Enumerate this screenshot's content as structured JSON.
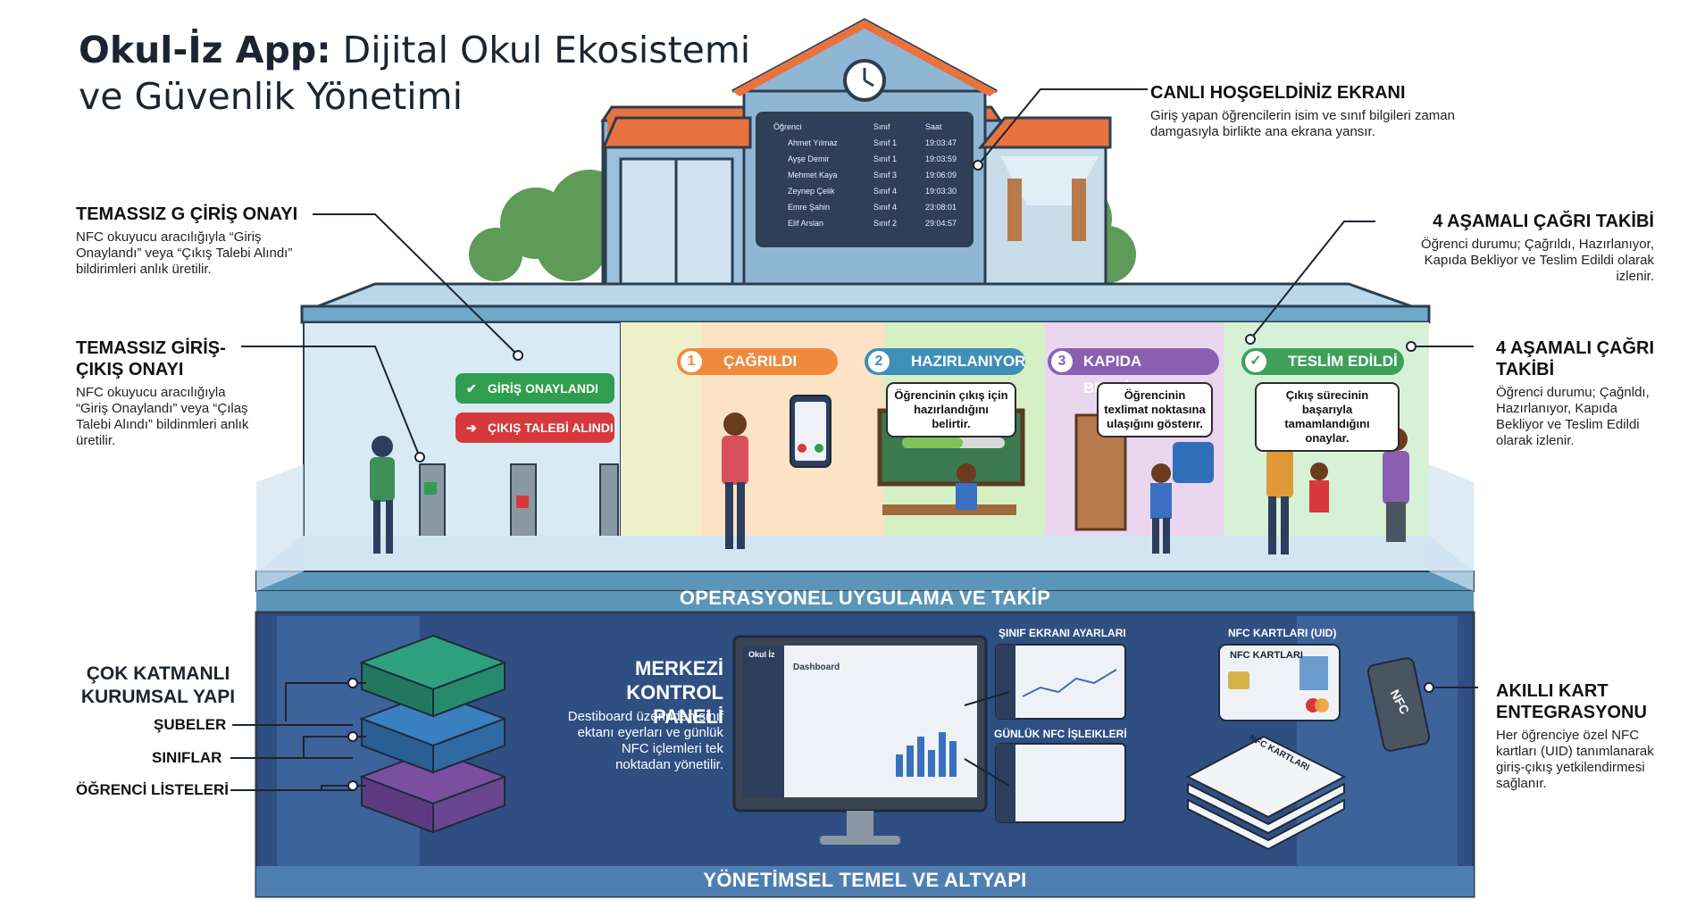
{
  "title": {
    "bold": "Okul-İz App:",
    "line1": "Dijital Okul Ekosistemi",
    "line2": "ve Güvenlik Yönetimi"
  },
  "welcome_screen": {
    "heading": "CANLI HOŞGELDİNİZ EKRANI",
    "text": "Giriş yapan öğrencilerin isim ve sınıf bilgileri zaman damgasıyla birlikte ana ekrana yansır.",
    "table": {
      "headers": [
        "Öğrenci",
        "Sınıf",
        "Saat"
      ],
      "rows": [
        [
          "Ahmet Yılmaz",
          "Sınıf 1",
          "19:03:47"
        ],
        [
          "Ayşe Demir",
          "Sınıf 1",
          "19:03:59"
        ],
        [
          "Mehmet Kaya",
          "Sınıf 3",
          "19:06:09"
        ],
        [
          "Zeynep Çelik",
          "Sınıf 4",
          "19:03:30"
        ],
        [
          "Emre Şahin",
          "Sınıf 4",
          "23:08:01"
        ],
        [
          "Elif Arslan",
          "Sınıf 2",
          "29:04:57"
        ]
      ]
    }
  },
  "left_callouts": {
    "a_heading": "TEMASSIZ G ÇİRİŞ ONAYI",
    "a_text": "NFC okuyucu aracılığıyla “Giriş Onaylandı” veya “Çıkış Talebi Alındı” bildirimleri anlık üretilir.",
    "b_heading": "TEMASSIZ GİRİŞ-ÇIKIŞ ONAYI",
    "b_text": "NFC okuyucu aracılığıyla “Giriş Onaylandı” veya “Çılaş Talebi Alındı” bildinmleri anlık üretilir."
  },
  "right_callouts": {
    "a_heading": "4 AŞAMALI ÇAĞRI TAKİBİ",
    "a_text": "Öğrenci durumu; Çağrıldı, Hazırlanıyor, Kapıda Bekliyor ve Teslim Edildi olarak izlenir.",
    "b_heading": "4 AŞAMALI ÇAĞRI TAKİBİ",
    "b_text": "Öğrenci durumu; Çağnldı, Hazırlanıyor, Kapıda Bekliyor ve Teslim Edildi olarak izlenir."
  },
  "notifications": {
    "entry": "GİRİŞ ONAYLANDI",
    "exit": "ÇIKIŞ TALEBİ ALINDI"
  },
  "stages": [
    {
      "num": "1",
      "label": "ÇAĞRILDI",
      "color": "#ef8a3c"
    },
    {
      "num": "2",
      "label": "HAZIRLANIYOR",
      "color": "#3f8fb8"
    },
    {
      "num": "3",
      "label": "KAPIDA BEKLİYOR",
      "color": "#8a5fb0"
    },
    {
      "num": "✓",
      "label": "TESLİM EDİLDİ",
      "color": "#3fa05a"
    }
  ],
  "bubbles": {
    "b2": "Öğrencinin çıkış için hazırlandığını belirtir.",
    "b3": "Öğrencinin texlimat noktasına ulaşığını gösterır.",
    "b4": "Çıkış sürecinin başarıyla tamamlandığını onaylar."
  },
  "bands": {
    "operations": "OPERASYONEL UYGULAMA VE TAKİP",
    "management": "YÖNETİMSEL TEMEL VE ALTYAPI"
  },
  "structure": {
    "heading": "ÇOK KATMANLI KURUMSAL YAPI",
    "layers": [
      "ŞUBELER",
      "SINIFLAR",
      "ÖĞRENCİ LİSTELERİ"
    ]
  },
  "control_panel": {
    "heading": "MERKEZİ KONTROL PANELİ",
    "text": "Destiboard üzerinden sinıf ektanı eyerları ve günlük NFC içlemleri tek noktadan yönetilir.",
    "screen_brand": "Okul İz",
    "screen_title": "Dashboard"
  },
  "mini_screens": {
    "class_settings": "ŞINIF EKRANI AYARLARI",
    "daily_nfc": "GÜNLÜK NFC İŞLEIKLERİ"
  },
  "nfc": {
    "cards_label": "NFC KARTLARI (UID)",
    "card_title": "NFC KARTLARI",
    "stack_label": "NFC KARTLARI",
    "reader": "NFC",
    "heading": "AKILLI KART ENTEGRASYONU",
    "text": "Her öğrenciye özel NFC kartları (UID) tanımlanarak giriş-çıkış yetkilendirmesi sağlanır."
  },
  "colors": {
    "roof": "#e9733f",
    "building": "#8fb6d3",
    "floor": "#6fa8c8",
    "base": "#2f4f82",
    "band": "#5b95b7",
    "entry_green": "#2f9e4f",
    "exit_red": "#d7383b"
  }
}
